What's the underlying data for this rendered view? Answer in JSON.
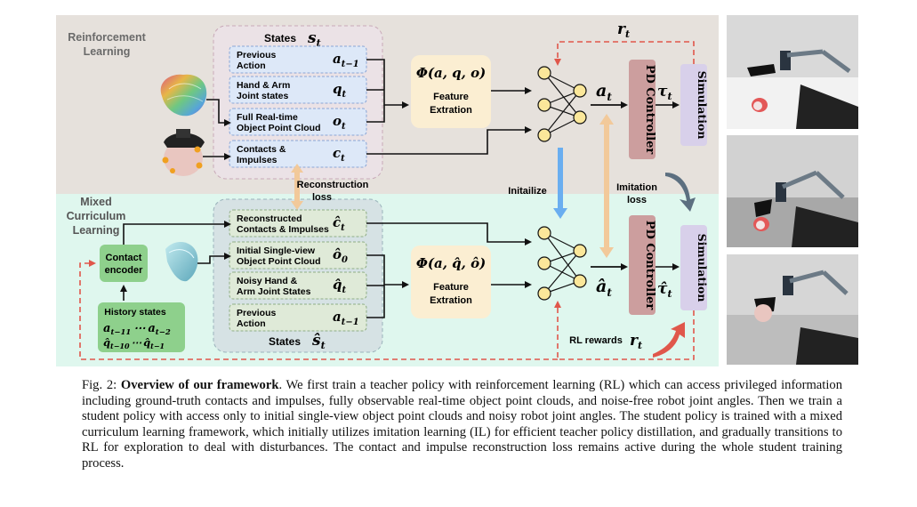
{
  "sections": {
    "rl_title_1": "Reinforcement",
    "rl_title_2": "Learning",
    "mcl_title_1": "Mixed",
    "mcl_title_2": "Curriculum",
    "mcl_title_3": "Learning"
  },
  "teacher": {
    "states_label": "States",
    "states_symbol": "s",
    "states_sub": "t",
    "items": [
      {
        "l1": "Previous",
        "l2": "Action",
        "sym": "a",
        "sub": "t−1"
      },
      {
        "l1": "Hand & Arm",
        "l2": "Joint states",
        "sym": "q",
        "sub": "t"
      },
      {
        "l1": "Full Real-time",
        "l2": "Object Point Cloud",
        "sym": "o",
        "sub": "t"
      },
      {
        "l1": "Contacts &",
        "l2": "Impulses",
        "sym": "c",
        "sub": "t"
      }
    ],
    "feature_formula": "Φ(a, q, o)",
    "feature_l1": "Feature",
    "feature_l2": "Extration",
    "action_sym": "a",
    "action_sub": "t",
    "controller": "PD Controller",
    "torque_sym": "τ",
    "torque_sub": "t",
    "simulation": "Simulation",
    "reward_sym": "r",
    "reward_sub": "t"
  },
  "student": {
    "states_label": "States",
    "states_symbol": "ŝ",
    "states_sub": "t",
    "items": [
      {
        "l1": "Reconstructed",
        "l2": "Contacts & Impulses",
        "sym": "ĉ",
        "sub": "t"
      },
      {
        "l1": "Initial Single-view",
        "l2": "Object Point Cloud",
        "sym": "ô",
        "sub": "0"
      },
      {
        "l1": "Noisy Hand &",
        "l2": "Arm Joint States",
        "sym": "q̂",
        "sub": "t"
      },
      {
        "l1": "Previous",
        "l2": "Action",
        "sym": "a",
        "sub": "t−1"
      }
    ],
    "feature_formula": "Φ(a, q̂, ô)",
    "feature_l1": "Feature",
    "feature_l2": "Extration",
    "action_sym": "â",
    "action_sub": "t",
    "controller": "PD Controller",
    "torque_sym": "τ̂",
    "torque_sub": "t",
    "simulation": "Simulation",
    "rl_rewards": "RL rewards",
    "reward_sym": "r",
    "reward_sub": "t"
  },
  "links": {
    "reconstruction_1": "Reconstruction",
    "reconstruction_2": "loss",
    "initialize": "Initailize",
    "imitation_1": "Imitation",
    "imitation_2": "loss"
  },
  "encoder": {
    "l1": "Contact",
    "l2": "encoder",
    "history_title": "History states",
    "history_row1": "a  ⋯ a",
    "history_row1_a": "a",
    "history_row1_a_sub": "t−11",
    "history_row1_mid": "⋯",
    "history_row1_b": "a",
    "history_row1_b_sub": "t−2",
    "history_row2_a": "q̂",
    "history_row2_a_sub": "t−10",
    "history_row2_mid": "⋯",
    "history_row2_b": "q̂",
    "history_row2_b_sub": "t−1"
  },
  "caption": {
    "prefix": "Fig. 2: ",
    "title": "Overview of our framework",
    "body": ". We first train a teacher policy with reinforcement learning (RL) which can access privileged information including ground-truth contacts and impulses, fully observable real-time object point clouds, and noise-free robot joint angles. Then we train a student policy with access only to initial single-view object point clouds and noisy robot joint angles. The student policy is trained with a mixed curriculum learning framework, which initially utilizes imitation learning (IL) for efficient teacher policy distillation, and gradually transitions to RL for exploration to deal with disturbances. The contact and impulse reconstruction loss remains active during the whole student training process."
  },
  "colors": {
    "rl_bg": "#e6e1dc",
    "mcl_bg": "#dff7ee",
    "state_box": "#dde8f8",
    "state_box_student": "#dfead8",
    "feature_box": "#fbeed2",
    "pd_box": "#cc9e9e",
    "sim_box": "#d8d0ea",
    "dashed_red": "#e0574b",
    "init_arrow": "#6aaef0",
    "loss_arrow": "#f2c99a",
    "neuron": "#fbe79a"
  }
}
